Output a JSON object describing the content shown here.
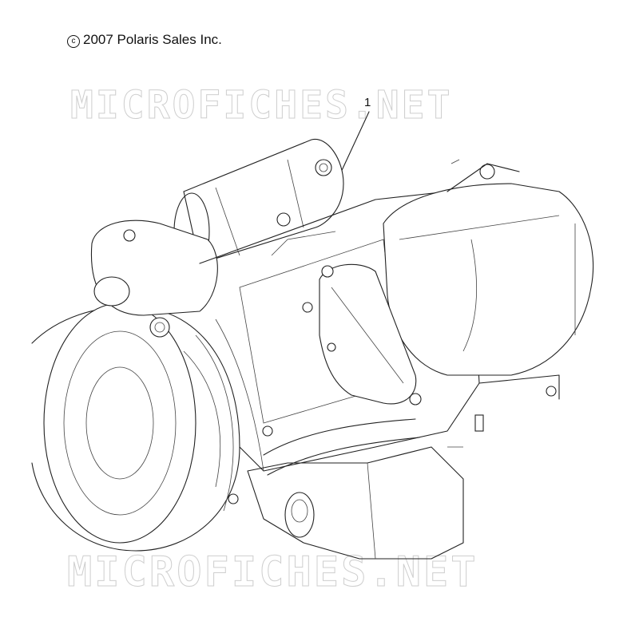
{
  "copyright": {
    "symbol": "c",
    "text": "2007 Polaris Sales Inc."
  },
  "watermarks": {
    "top": "MICROFICHES.NET",
    "bottom": "MICROFICHES.NET"
  },
  "callouts": [
    {
      "label": "1"
    }
  ],
  "colors": {
    "line": "#222222",
    "watermark_outline": "#c9c9c9",
    "background": "#ffffff"
  }
}
